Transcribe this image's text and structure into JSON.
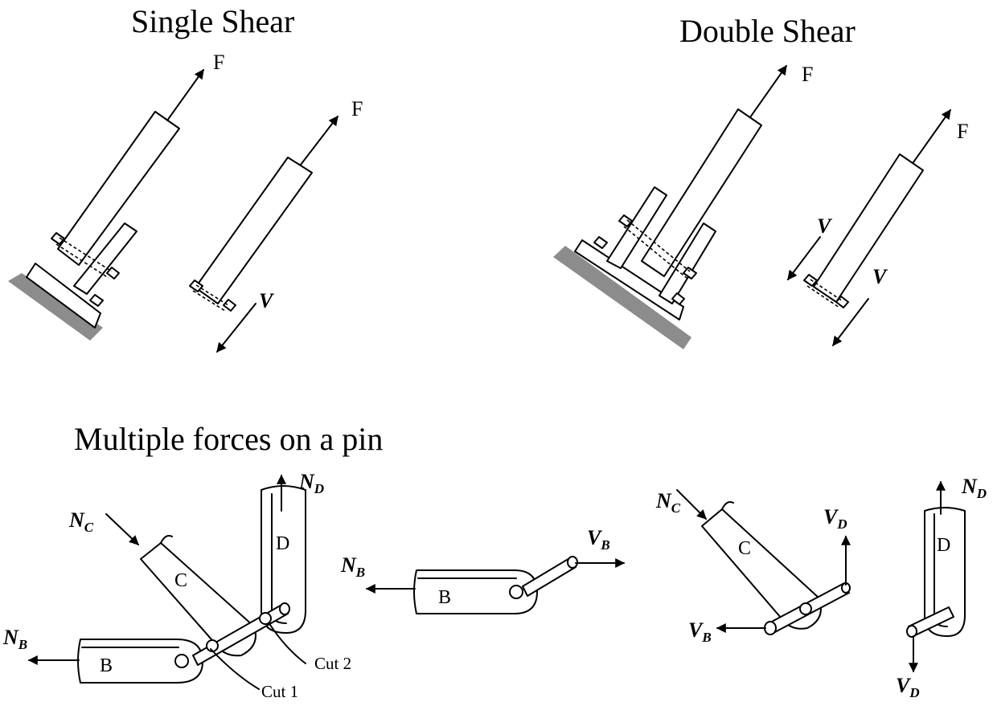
{
  "titles": {
    "single_shear": "Single Shear",
    "double_shear": "Double Shear",
    "multiple_forces": "Multiple forces on a pin"
  },
  "forces": {
    "F": "F",
    "V": "V",
    "N": "N",
    "sub_B": "B",
    "sub_C": "C",
    "sub_D": "D"
  },
  "parts": {
    "B": "B",
    "C": "C",
    "D": "D"
  },
  "cuts": {
    "cut1": "Cut 1",
    "cut2": "Cut 2"
  }
}
